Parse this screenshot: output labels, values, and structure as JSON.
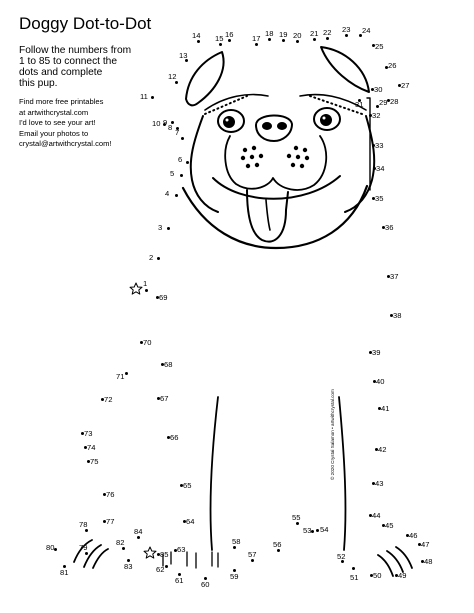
{
  "title": "Doggy Dot-to-Dot",
  "instructions": [
    "Follow the numbers from",
    "1 to 85 to connect the",
    "dots and complete",
    "this pup."
  ],
  "extra_lines": [
    "Find more free printables",
    "at artwithcrystal.com",
    "I'd love to see your art!",
    "Email your photos to",
    "crystal@artwithcrystal.com!"
  ],
  "copyright": "© 2020 Crystal Salamon • artwithcrystal.com",
  "start_symbol": "star-icon",
  "dots": [
    {
      "n": "1"
    },
    {
      "n": "2"
    },
    {
      "n": "3"
    },
    {
      "n": "4"
    },
    {
      "n": "5"
    },
    {
      "n": "6"
    },
    {
      "n": "7"
    },
    {
      "n": "8"
    },
    {
      "n": "9"
    },
    {
      "n": "10"
    },
    {
      "n": "11"
    },
    {
      "n": "12"
    },
    {
      "n": "13"
    },
    {
      "n": "14"
    },
    {
      "n": "15"
    },
    {
      "n": "16"
    },
    {
      "n": "17"
    },
    {
      "n": "18"
    },
    {
      "n": "19"
    },
    {
      "n": "20"
    },
    {
      "n": "21"
    },
    {
      "n": "22"
    },
    {
      "n": "23"
    },
    {
      "n": "24"
    },
    {
      "n": "25"
    },
    {
      "n": "26"
    },
    {
      "n": "27"
    },
    {
      "n": "28"
    },
    {
      "n": "29"
    },
    {
      "n": "30"
    },
    {
      "n": "31"
    },
    {
      "n": "32"
    },
    {
      "n": "33"
    },
    {
      "n": "34"
    },
    {
      "n": "35"
    },
    {
      "n": "36"
    },
    {
      "n": "37"
    },
    {
      "n": "38"
    },
    {
      "n": "39"
    },
    {
      "n": "40"
    },
    {
      "n": "41"
    },
    {
      "n": "42"
    },
    {
      "n": "43"
    },
    {
      "n": "44"
    },
    {
      "n": "45"
    },
    {
      "n": "46"
    },
    {
      "n": "47"
    },
    {
      "n": "48"
    },
    {
      "n": "49"
    },
    {
      "n": "50"
    },
    {
      "n": "51"
    },
    {
      "n": "52"
    },
    {
      "n": "53"
    },
    {
      "n": "54"
    },
    {
      "n": "55"
    },
    {
      "n": "56"
    },
    {
      "n": "57"
    },
    {
      "n": "58"
    },
    {
      "n": "59"
    },
    {
      "n": "60"
    },
    {
      "n": "61"
    },
    {
      "n": "62"
    },
    {
      "n": "63"
    },
    {
      "n": "64"
    },
    {
      "n": "65"
    },
    {
      "n": "66"
    },
    {
      "n": "67"
    },
    {
      "n": "68"
    },
    {
      "n": "69"
    },
    {
      "n": "70"
    },
    {
      "n": "71"
    },
    {
      "n": "72"
    },
    {
      "n": "73"
    },
    {
      "n": "74"
    },
    {
      "n": "75"
    },
    {
      "n": "76"
    },
    {
      "n": "77"
    },
    {
      "n": "78"
    },
    {
      "n": "79"
    },
    {
      "n": "80"
    },
    {
      "n": "81"
    },
    {
      "n": "82"
    },
    {
      "n": "83"
    },
    {
      "n": "84"
    },
    {
      "n": "85"
    }
  ]
}
